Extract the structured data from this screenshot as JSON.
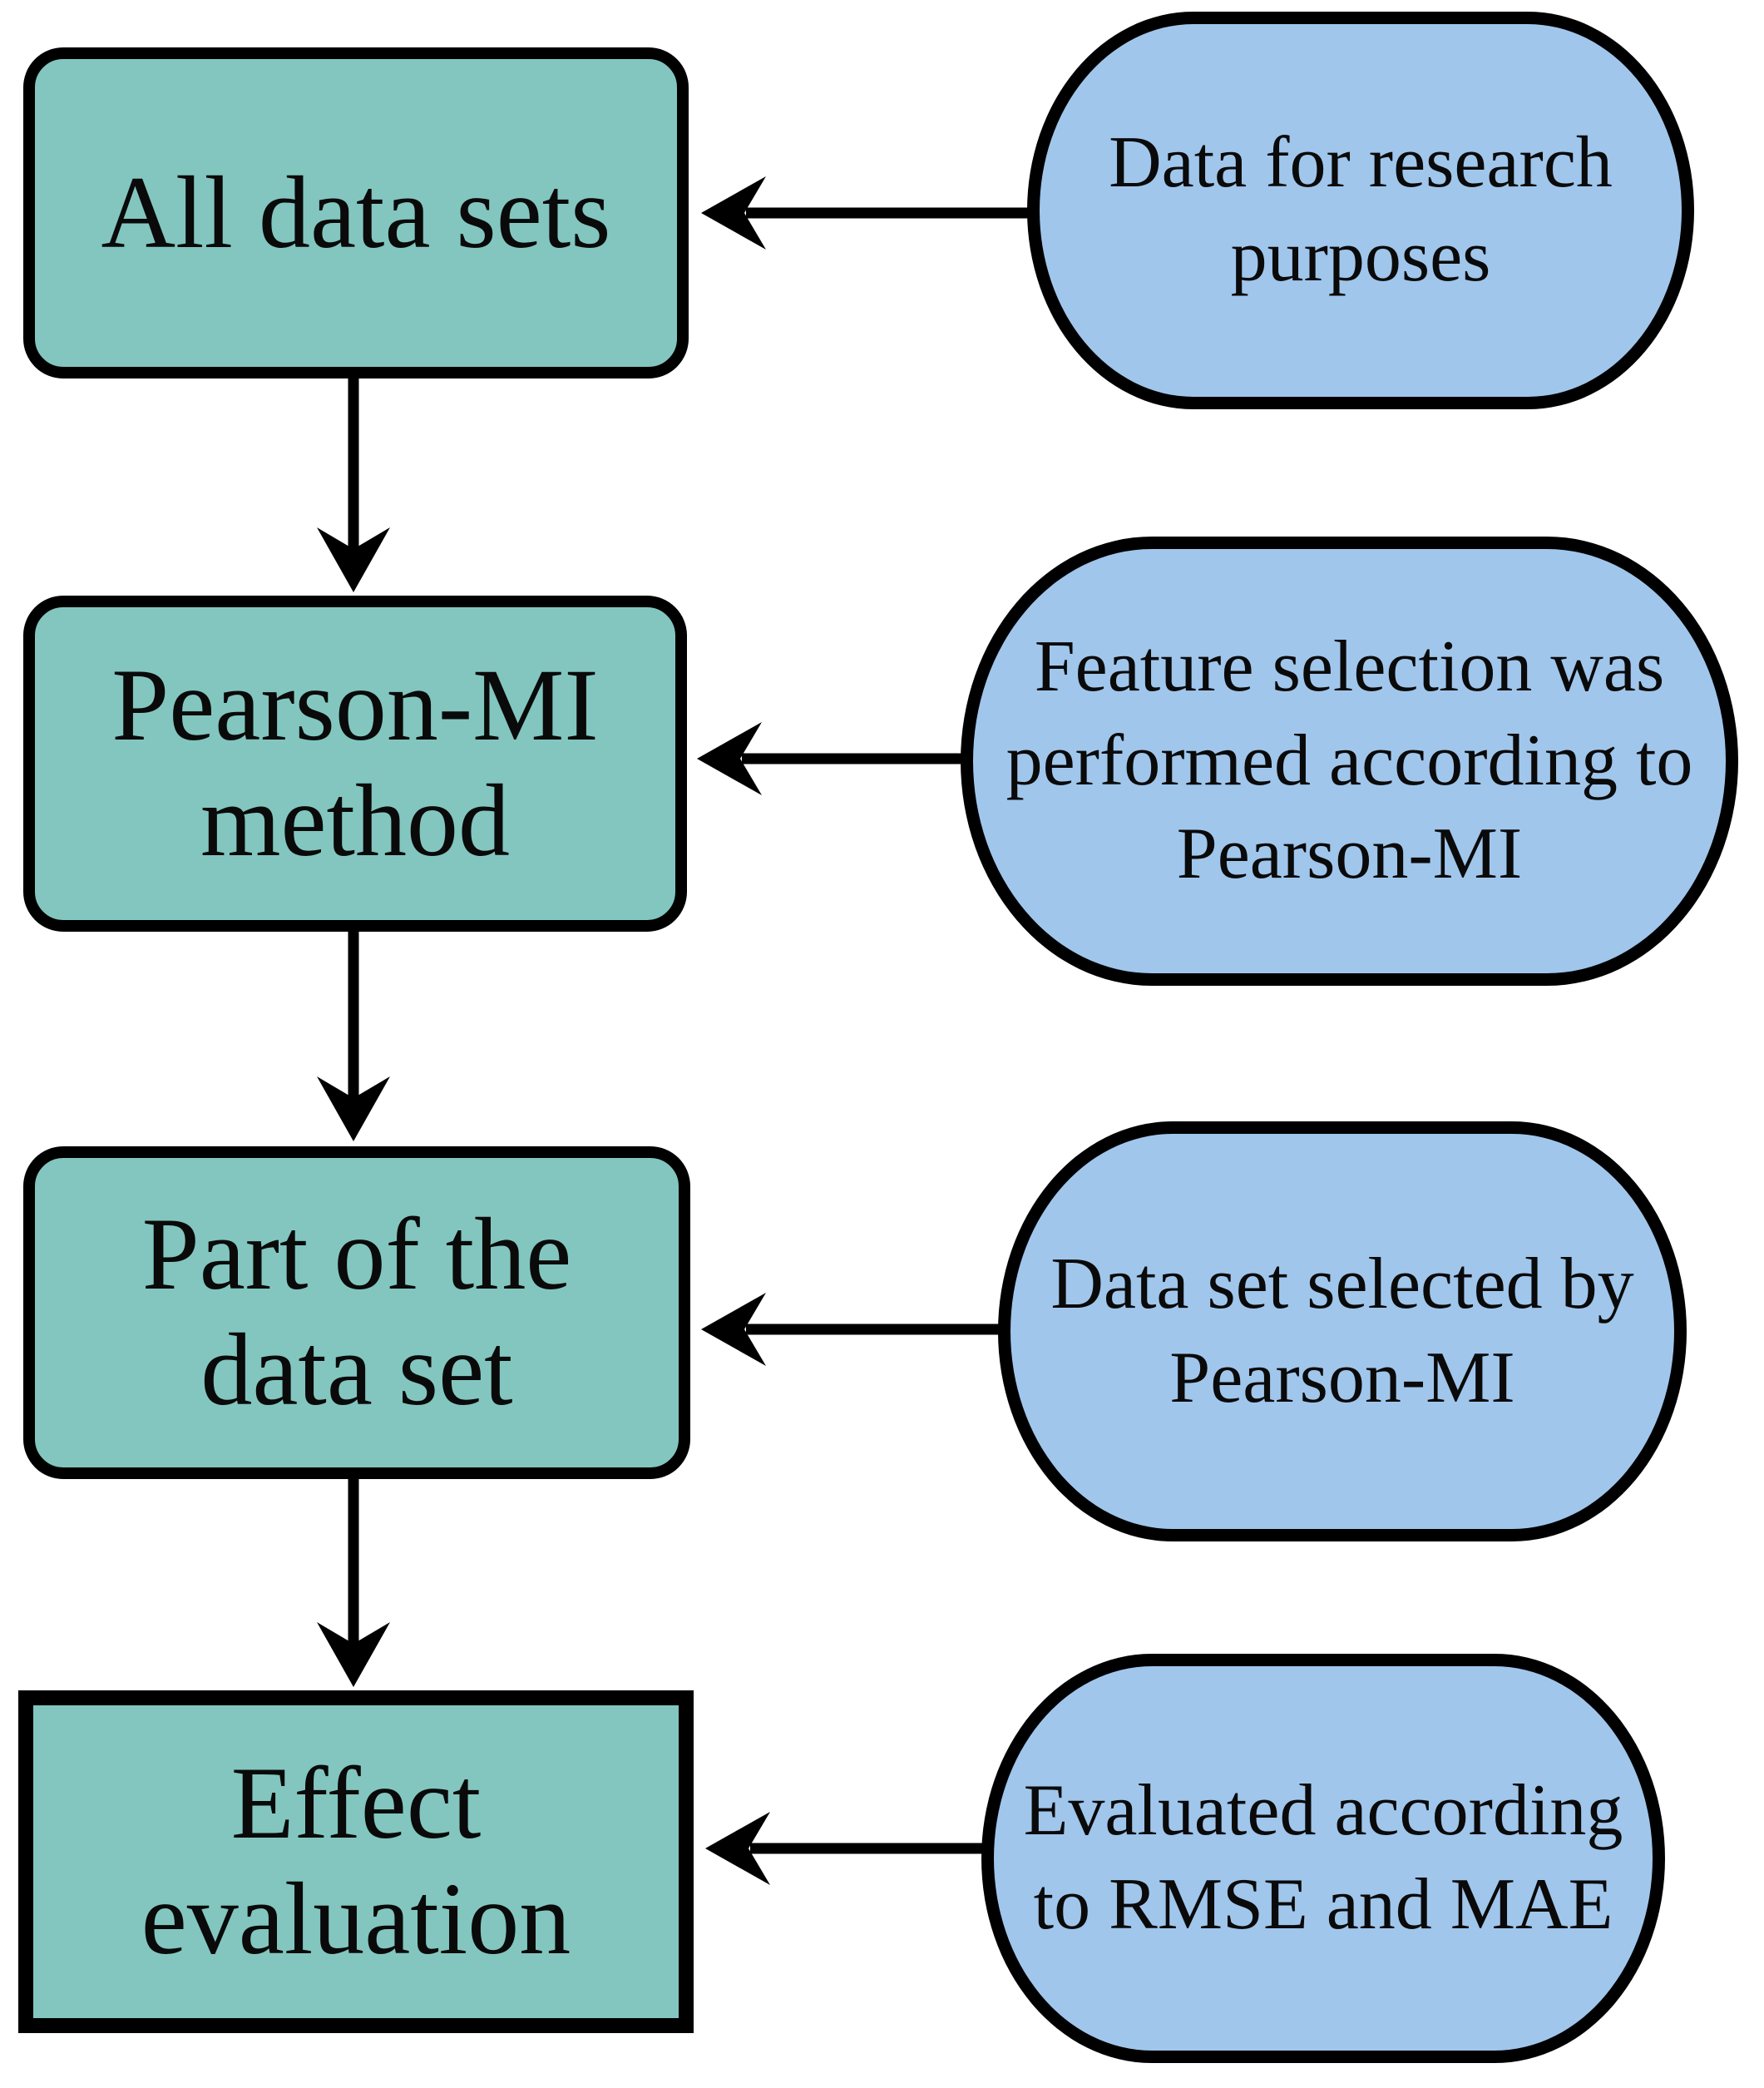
{
  "diagram": {
    "type": "flowchart",
    "direction": "top-down",
    "colors": {
      "process_fill": "#82c6bf",
      "note_fill": "#a0c6ec",
      "outline": "#000000",
      "arrow": "#000000",
      "background": "#ffffff"
    },
    "steps": [
      {
        "process": "All data sets",
        "note": "Data for research\npurposes"
      },
      {
        "process": "Pearson-MI\nmethod",
        "note": "Feature selection was\nperformed according to\nPearson-MI"
      },
      {
        "process": "Part of the\ndata set",
        "note": "Data set selected by\nPearson-MI"
      },
      {
        "process": "Effect\nevaluation",
        "note": "Evaluated according\nto RMSE and MAE"
      }
    ]
  }
}
